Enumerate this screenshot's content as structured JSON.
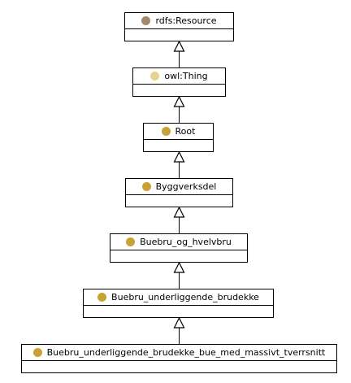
{
  "colors": {
    "resource_icon": "#a48a6c",
    "thing_icon": "#e6d38f",
    "class_icon": "#c9a236",
    "line": "#000000",
    "arrowhead_fill": "#ffffff"
  },
  "nodes": [
    {
      "id": "rdfs-resource",
      "label": "rdfs:Resource",
      "icon": "resource-icon",
      "color": "#a48a6c"
    },
    {
      "id": "owl-thing",
      "label": "owl:Thing",
      "icon": "thing-icon",
      "color": "#e6d38f"
    },
    {
      "id": "root",
      "label": "Root",
      "icon": "class-icon",
      "color": "#c9a236"
    },
    {
      "id": "byggverksdel",
      "label": "Byggverksdel",
      "icon": "class-icon",
      "color": "#c9a236"
    },
    {
      "id": "buebru-og-hvelvbru",
      "label": "Buebru_og_hvelvbru",
      "icon": "class-icon",
      "color": "#c9a236"
    },
    {
      "id": "buebru-underliggende-brudekke",
      "label": "Buebru_underliggende_brudekke",
      "icon": "class-icon",
      "color": "#c9a236"
    },
    {
      "id": "buebru-underliggende-brudekke-bue-med-massivt-tverrsnitt",
      "label": "Buebru_underliggende_brudekke_bue_med_massivt_tverrsnitt",
      "icon": "class-icon",
      "color": "#c9a236"
    }
  ],
  "edges": [
    {
      "from": "owl-thing",
      "to": "rdfs-resource",
      "kind": "subclass-of"
    },
    {
      "from": "root",
      "to": "owl-thing",
      "kind": "subclass-of"
    },
    {
      "from": "byggverksdel",
      "to": "root",
      "kind": "subclass-of"
    },
    {
      "from": "buebru-og-hvelvbru",
      "to": "byggverksdel",
      "kind": "subclass-of"
    },
    {
      "from": "buebru-underliggende-brudekke",
      "to": "buebru-og-hvelvbru",
      "kind": "subclass-of"
    },
    {
      "from": "buebru-underliggende-brudekke-bue-med-massivt-tverrsnitt",
      "to": "buebru-underliggende-brudekke",
      "kind": "subclass-of"
    }
  ]
}
